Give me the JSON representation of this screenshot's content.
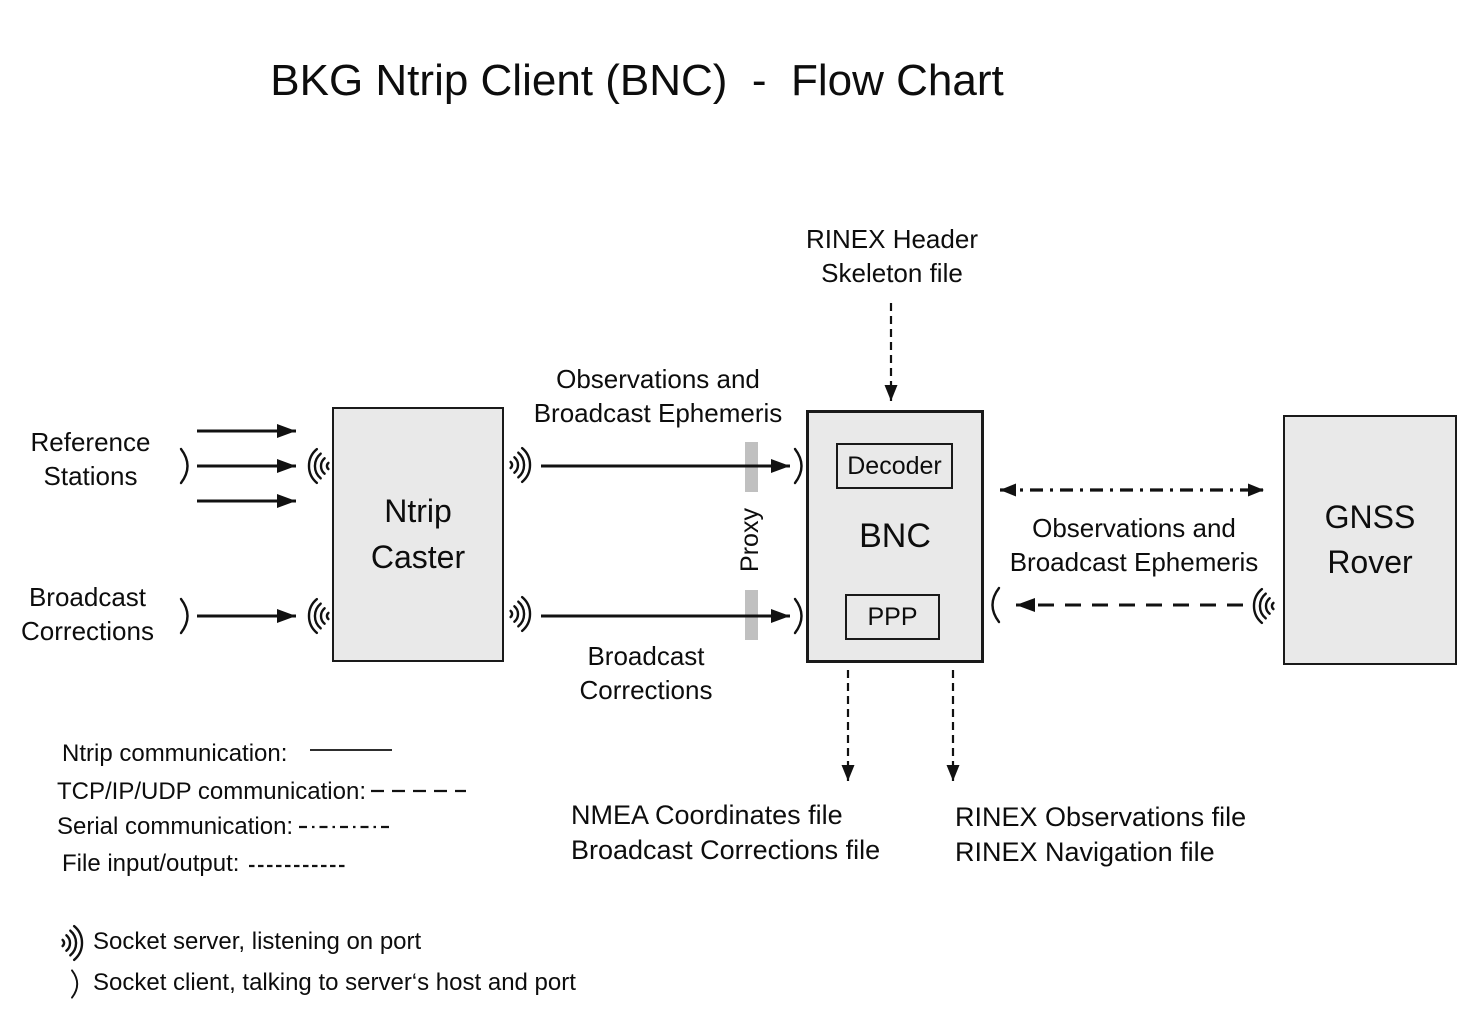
{
  "title": "BKG Ntrip Client (BNC)  -  Flow Chart",
  "boxes": {
    "ntrip_caster": "Ntrip\nCaster",
    "bnc": "BNC",
    "decoder": "Decoder",
    "ppp": "PPP",
    "gnss_rover": "GNSS\nRover"
  },
  "labels": {
    "reference_stations": "Reference\nStations",
    "broadcast_corrections_input": "Broadcast\nCorrections",
    "observations_ephemeris_left": "Observations and\nBroadcast Ephemeris",
    "broadcast_corrections_stream": "Broadcast\nCorrections",
    "rinex_header_skeleton": "RINEX Header\nSkeleton file",
    "observations_ephemeris_right": "Observations and\nBroadcast Ephemeris",
    "proxy": "Proxy",
    "output_files_left": "NMEA Coordinates file\nBroadcast Corrections file",
    "output_files_right": "RINEX Observations file\nRINEX Navigation file"
  },
  "legend": {
    "ntrip": "Ntrip communication:",
    "tcp": "TCP/IP/UDP communication:",
    "serial": "Serial communication:",
    "file_io": "File input/output:",
    "socket_server": "Socket server, listening on port",
    "socket_client": "Socket client, talking to server‘s host and port"
  },
  "colors": {
    "box_fill": "#e9e9e9",
    "box_border": "#1a1a1a",
    "proxy_bar": "#c0c0c0",
    "line": "#111111"
  }
}
